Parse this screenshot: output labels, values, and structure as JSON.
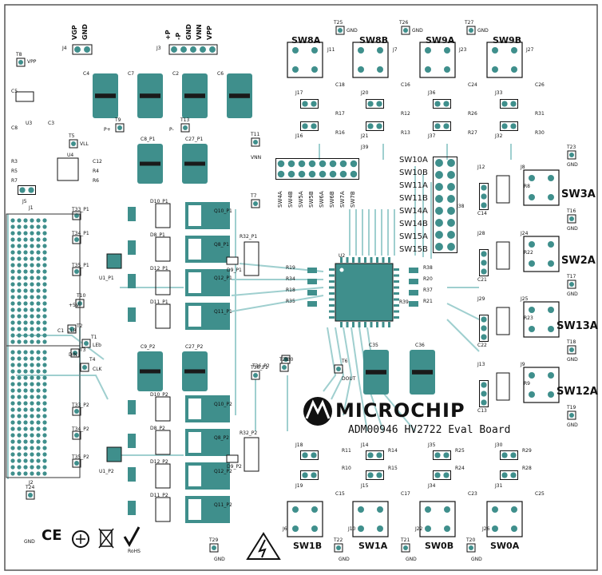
{
  "brand": {
    "name": "MICROCHIP",
    "board_title": "ADM00946 HV2722 Eval Board"
  },
  "colors": {
    "trace": "#9fcfcf",
    "pad": "#3f8f8c",
    "silk": "#111111",
    "outline": "#555555",
    "fill_dark": "#1a1a1a"
  },
  "power_header_labels": [
    "+P",
    "-P",
    "GND",
    "VNN",
    "VPP"
  ],
  "vgp_header_labels": [
    "VGP",
    "GND"
  ],
  "bus_labels": [
    "SW4A",
    "SW4B",
    "SW5A",
    "SW5B",
    "SW6A",
    "SW6B",
    "SW7A",
    "SW7B"
  ],
  "right_header_labels": [
    "SW10A",
    "SW10B",
    "SW11A",
    "SW11B",
    "SW14A",
    "SW14B",
    "SW15A",
    "SW15B"
  ],
  "switches_top": [
    "SW8A",
    "SW8B",
    "SW9A",
    "SW9B"
  ],
  "switches_right": [
    "SW3A",
    "SW2A",
    "SW13A",
    "SW12A"
  ],
  "switches_bottom": [
    "SW1B",
    "SW1A",
    "SW0B",
    "SW0A"
  ],
  "signals": [
    "CLR",
    "LEb",
    "DIN",
    "CLK",
    "DOUT",
    "+5V",
    "VLL",
    "VPP",
    "VNN",
    "P+",
    "P-"
  ],
  "compliance": [
    "CE",
    "RoHS"
  ],
  "refdes": {
    "j_top": [
      "J4",
      "J3",
      "J11",
      "J7",
      "J23",
      "J27",
      "J38",
      "J39",
      "J1",
      "J2"
    ],
    "row17": [
      "J17",
      "J20",
      "J36",
      "J33"
    ],
    "row16": [
      "J16",
      "J21",
      "J37",
      "J32"
    ],
    "caps_top": [
      "C18",
      "C16",
      "C24",
      "C26"
    ],
    "res_top1": [
      "R17",
      "R12",
      "R26",
      "R31"
    ],
    "res_top2": [
      "R16",
      "R13",
      "R27",
      "R30"
    ],
    "right_j": [
      "J12",
      "J28",
      "J29",
      "J13"
    ],
    "right_j2": [
      "J8",
      "J24",
      "J25",
      "J9"
    ],
    "right_c": [
      "C14",
      "C21",
      "C22",
      "C13"
    ],
    "right_r": [
      "R8",
      "R22",
      "R23",
      "R9"
    ],
    "bottom_j1": [
      "J18",
      "J14",
      "J35",
      "J30"
    ],
    "bottom_j2": [
      "J19",
      "J15",
      "J34",
      "J31"
    ],
    "bottom_j3": [
      "J6",
      "J10",
      "J22",
      "J26"
    ],
    "bottom_c": [
      "C15",
      "C17",
      "C23",
      "C25"
    ],
    "tps": [
      "T25",
      "T26",
      "T27",
      "T8",
      "T9",
      "T13",
      "T11",
      "T5",
      "T7",
      "T33_P1",
      "T34_P1",
      "T35_P1",
      "T10",
      "T2",
      "T1",
      "T3",
      "T4",
      "T36_P1",
      "T28",
      "T6",
      "T36_P2",
      "T30",
      "T33_P2",
      "T34_P2",
      "T35_P2",
      "T24",
      "T29",
      "T22",
      "T21",
      "T20",
      "T23",
      "T16",
      "T17",
      "T18",
      "T19"
    ],
    "misc": [
      "C4",
      "C7",
      "C2",
      "C6",
      "C5",
      "C8",
      "U3",
      "C3",
      "U4",
      "C12",
      "R3",
      "R5",
      "R7",
      "R4",
      "R6",
      "J5",
      "C8_P1",
      "C27_P1",
      "C9_P2",
      "C27_P2",
      "U2",
      "U1_P1",
      "U1_P2",
      "R32_P1",
      "R32_P2",
      "D9_P1",
      "D9_P2",
      "C35",
      "C36",
      "R19",
      "R34",
      "R18",
      "R35",
      "R38",
      "R20",
      "R37",
      "R21",
      "R39",
      "R11",
      "R10",
      "R14",
      "R15",
      "R25",
      "R24",
      "R29",
      "R28",
      "C1"
    ],
    "diode_p1": [
      "D10_P1",
      "D8_P1",
      "D12_P1",
      "D11_P1"
    ],
    "diode_p2": [
      "D10_P2",
      "D8_P2",
      "D12_P2",
      "D11_P2"
    ],
    "mosfet_p1": [
      "Q10_P1",
      "Q8_P1",
      "Q12_P1",
      "Q11_P1"
    ],
    "mosfet_p2": [
      "Q10_P2",
      "Q8_P2",
      "Q12_P2",
      "Q11_P2"
    ],
    "gnd": "GND"
  }
}
